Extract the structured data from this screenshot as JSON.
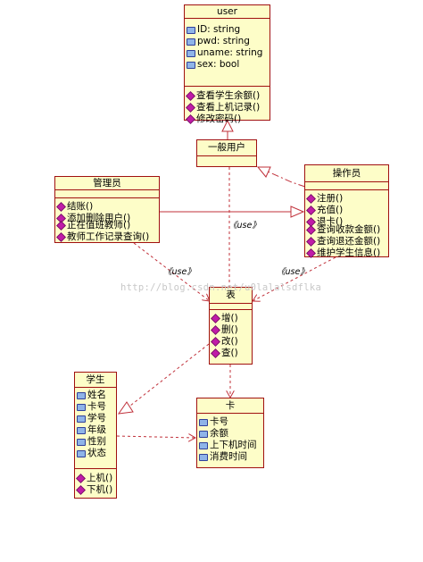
{
  "classes": {
    "user": {
      "name": "user",
      "attributes": [
        "ID: string",
        "pwd: string",
        "uname: string",
        "sex: bool"
      ],
      "operations": [
        "查看学生余额()",
        "查看上机记录()",
        "修改密码()"
      ]
    },
    "normal_user": {
      "name": "一般用户"
    },
    "admin": {
      "name": "管理员",
      "operations": [
        "结账()",
        "添加删除用户()",
        "正在值班教师()",
        "教师工作记录查询()"
      ]
    },
    "operator": {
      "name": "操作员",
      "operations": [
        "注册()",
        "充值()",
        "退卡()",
        "查询收款金额()",
        "查询退还金额()",
        "维护学生信息()"
      ]
    },
    "table": {
      "name": "表",
      "operations": [
        "增()",
        "删()",
        "改()",
        "查()"
      ]
    },
    "student": {
      "name": "学生",
      "attributes": [
        "姓名",
        "卡号",
        "学号",
        "年级",
        "性别",
        "状态"
      ],
      "operations": [
        "上机()",
        "下机()"
      ]
    },
    "card": {
      "name": "卡",
      "attributes": [
        "卡号",
        "余额",
        "上下机时间",
        "消费时间"
      ]
    }
  },
  "stereotypes": {
    "use_center": "《use》",
    "use_left": "《use》",
    "use_right": "《use》"
  },
  "watermark": "http://blog.csdn.net/u0lalalsdflka",
  "colors": {
    "box_fill": "#fdfdc8",
    "border": "#a01010",
    "relation": "#c0303a"
  }
}
